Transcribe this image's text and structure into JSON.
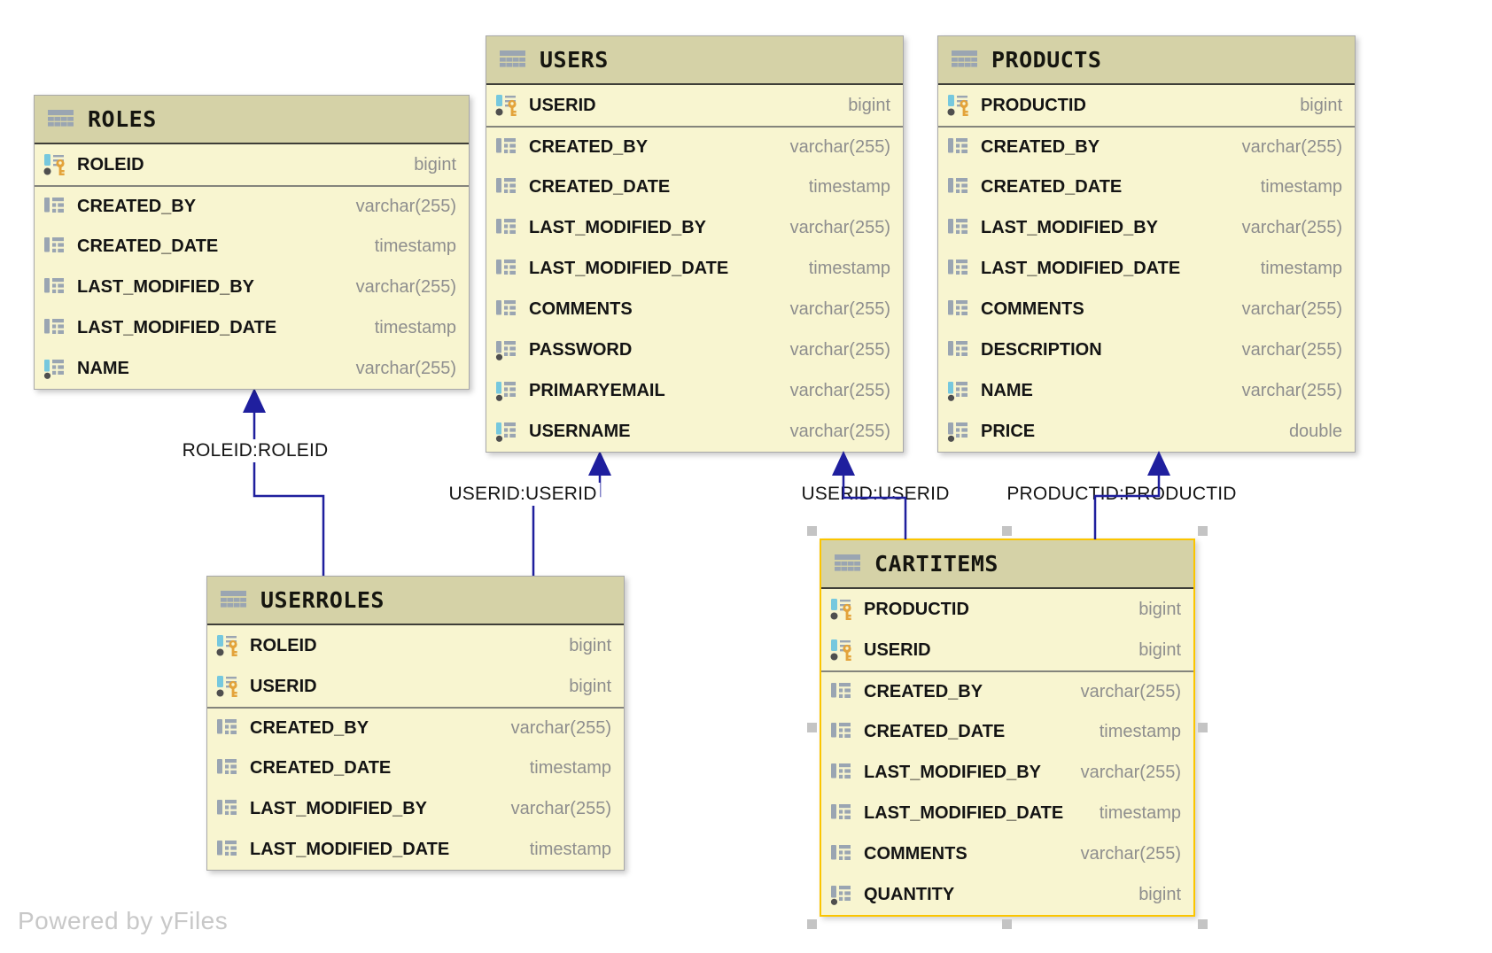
{
  "watermark": "Powered by yFiles",
  "colors": {
    "header_bg": "#d5d2a7",
    "body_bg": "#f8f5d0",
    "table_border": "#a8a8a8",
    "selection_border": "#fbc500",
    "edge": "#1f1f9e",
    "column_name_text": "#141414",
    "column_type_text": "#8e8e8e",
    "icon_gray": "#9aa5b2",
    "icon_teal": "#76c8de",
    "icon_dot": "#4f4f4f",
    "key_orange": "#e3a33b",
    "watermark_text": "#c8c8c8"
  },
  "tables": [
    {
      "title": "ROLES",
      "selected": false,
      "columns": [
        {
          "name": "ROLEID",
          "type": "bigint",
          "icon": "primary-key"
        },
        {
          "name": "CREATED_BY",
          "type": "varchar(255)",
          "icon": "column"
        },
        {
          "name": "CREATED_DATE",
          "type": "timestamp",
          "icon": "column"
        },
        {
          "name": "LAST_MODIFIED_BY",
          "type": "varchar(255)",
          "icon": "column"
        },
        {
          "name": "LAST_MODIFIED_DATE",
          "type": "timestamp",
          "icon": "column"
        },
        {
          "name": "NAME",
          "type": "varchar(255)",
          "icon": "column-indexed-notnull"
        }
      ]
    },
    {
      "title": "USERS",
      "selected": false,
      "columns": [
        {
          "name": "USERID",
          "type": "bigint",
          "icon": "primary-key"
        },
        {
          "name": "CREATED_BY",
          "type": "varchar(255)",
          "icon": "column"
        },
        {
          "name": "CREATED_DATE",
          "type": "timestamp",
          "icon": "column"
        },
        {
          "name": "LAST_MODIFIED_BY",
          "type": "varchar(255)",
          "icon": "column"
        },
        {
          "name": "LAST_MODIFIED_DATE",
          "type": "timestamp",
          "icon": "column"
        },
        {
          "name": "COMMENTS",
          "type": "varchar(255)",
          "icon": "column"
        },
        {
          "name": "PASSWORD",
          "type": "varchar(255)",
          "icon": "column-notnull"
        },
        {
          "name": "PRIMARYEMAIL",
          "type": "varchar(255)",
          "icon": "column-indexed-notnull"
        },
        {
          "name": "USERNAME",
          "type": "varchar(255)",
          "icon": "column-indexed-notnull"
        }
      ]
    },
    {
      "title": "PRODUCTS",
      "selected": false,
      "columns": [
        {
          "name": "PRODUCTID",
          "type": "bigint",
          "icon": "primary-key"
        },
        {
          "name": "CREATED_BY",
          "type": "varchar(255)",
          "icon": "column"
        },
        {
          "name": "CREATED_DATE",
          "type": "timestamp",
          "icon": "column"
        },
        {
          "name": "LAST_MODIFIED_BY",
          "type": "varchar(255)",
          "icon": "column"
        },
        {
          "name": "LAST_MODIFIED_DATE",
          "type": "timestamp",
          "icon": "column"
        },
        {
          "name": "COMMENTS",
          "type": "varchar(255)",
          "icon": "column"
        },
        {
          "name": "DESCRIPTION",
          "type": "varchar(255)",
          "icon": "column"
        },
        {
          "name": "NAME",
          "type": "varchar(255)",
          "icon": "column-indexed-notnull"
        },
        {
          "name": "PRICE",
          "type": "double",
          "icon": "column-notnull"
        }
      ]
    },
    {
      "title": "USERROLES",
      "selected": false,
      "columns": [
        {
          "name": "ROLEID",
          "type": "bigint",
          "icon": "primary-key"
        },
        {
          "name": "USERID",
          "type": "bigint",
          "icon": "primary-key"
        },
        {
          "name": "CREATED_BY",
          "type": "varchar(255)",
          "icon": "column"
        },
        {
          "name": "CREATED_DATE",
          "type": "timestamp",
          "icon": "column"
        },
        {
          "name": "LAST_MODIFIED_BY",
          "type": "varchar(255)",
          "icon": "column"
        },
        {
          "name": "LAST_MODIFIED_DATE",
          "type": "timestamp",
          "icon": "column"
        }
      ]
    },
    {
      "title": "CARTITEMS",
      "selected": true,
      "columns": [
        {
          "name": "PRODUCTID",
          "type": "bigint",
          "icon": "primary-key"
        },
        {
          "name": "USERID",
          "type": "bigint",
          "icon": "primary-key"
        },
        {
          "name": "CREATED_BY",
          "type": "varchar(255)",
          "icon": "column"
        },
        {
          "name": "CREATED_DATE",
          "type": "timestamp",
          "icon": "column"
        },
        {
          "name": "LAST_MODIFIED_BY",
          "type": "varchar(255)",
          "icon": "column"
        },
        {
          "name": "LAST_MODIFIED_DATE",
          "type": "timestamp",
          "icon": "column"
        },
        {
          "name": "COMMENTS",
          "type": "varchar(255)",
          "icon": "column"
        },
        {
          "name": "QUANTITY",
          "type": "bigint",
          "icon": "column-notnull"
        }
      ]
    }
  ],
  "edges": [
    {
      "label": "ROLEID:ROLEID",
      "from": "USERROLES",
      "to": "ROLES"
    },
    {
      "label": "USERID:USERID",
      "from": "USERROLES",
      "to": "USERS"
    },
    {
      "label": "USERID:USERID",
      "from": "CARTITEMS",
      "to": "USERS"
    },
    {
      "label": "PRODUCTID:PRODUCTID",
      "from": "CARTITEMS",
      "to": "PRODUCTS"
    }
  ]
}
